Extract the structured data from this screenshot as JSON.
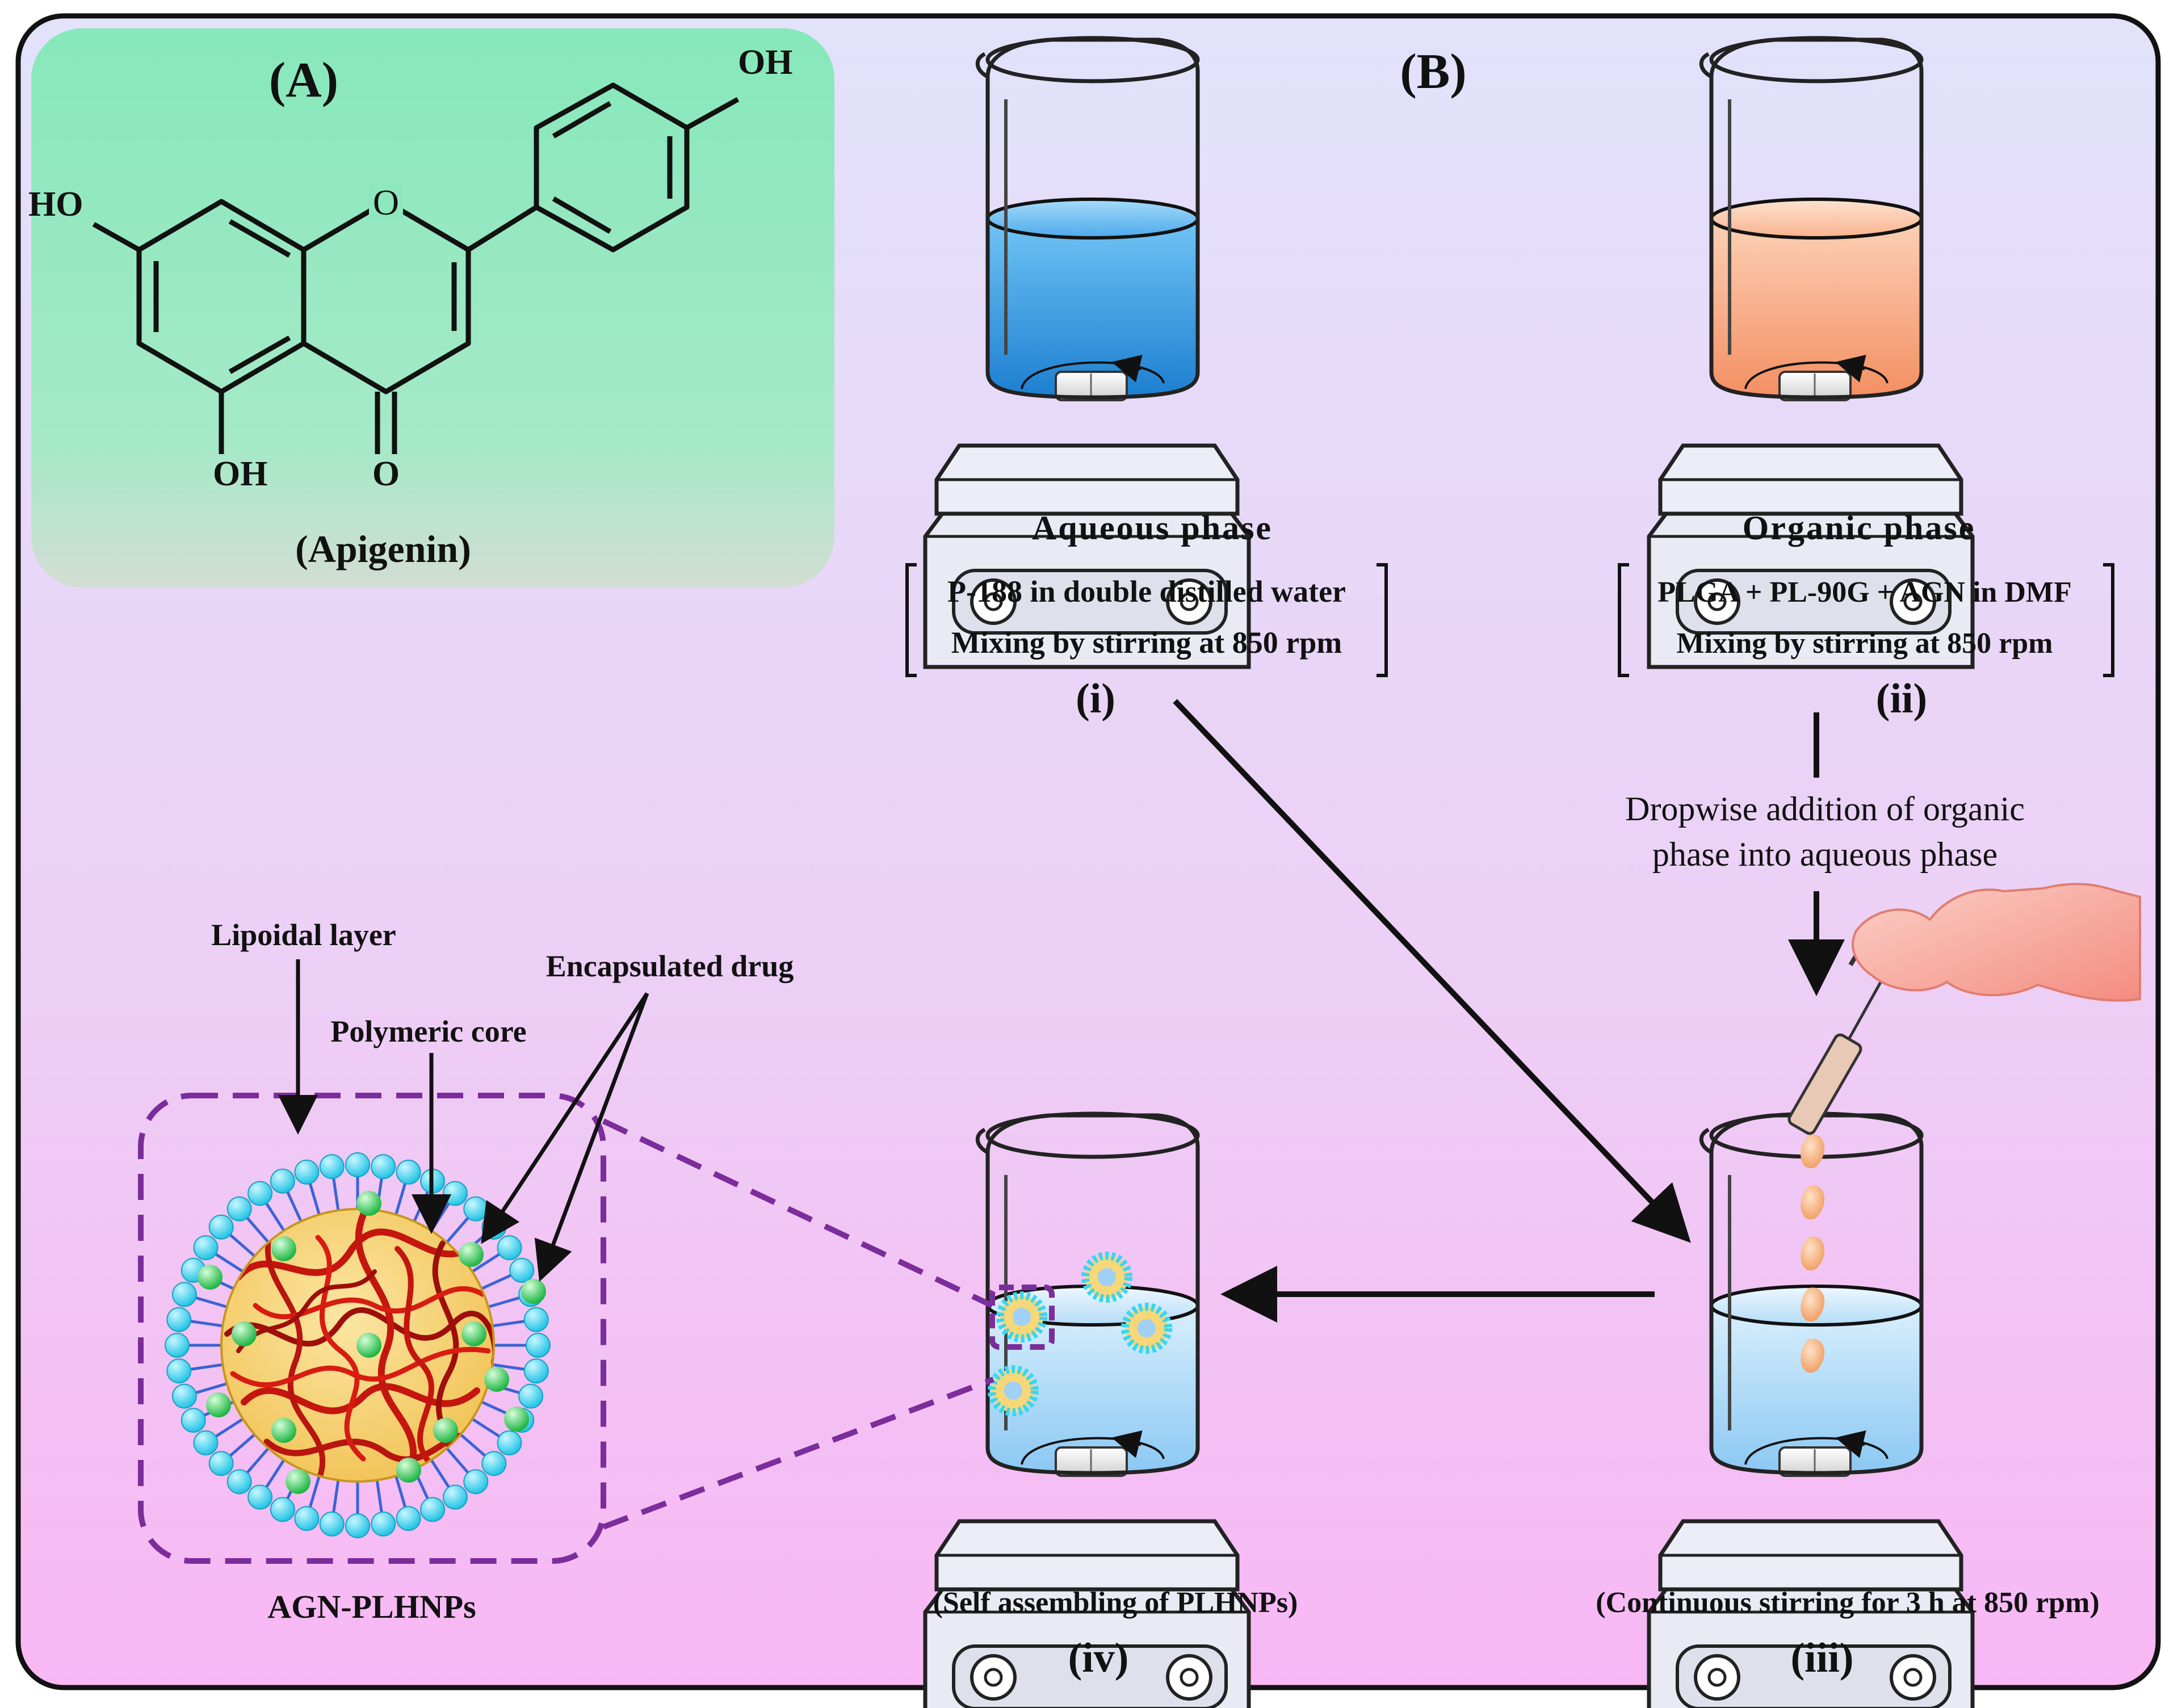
{
  "panel_a": {
    "label": "(A)",
    "compound_name": "(Apigenin)",
    "atoms": {
      "oh_top": "OH",
      "ho_left": "HO",
      "oh_bottom": "OH",
      "o_carbonyl": "O",
      "o_ring": "O"
    }
  },
  "panel_b": {
    "label": "(B)"
  },
  "step_i": {
    "phase_title": "Aqueous phase",
    "line1": "P-188 in double distilled water",
    "line2": "Mixing by stirring at 850 rpm",
    "numeral": "(i)"
  },
  "step_ii": {
    "phase_title": "Organic phase",
    "line1": "PLGA + PL-90G + AGN in DMF",
    "line2": "Mixing by stirring at 850 rpm",
    "numeral": "(ii)"
  },
  "dropwise": {
    "line1": "Dropwise addition of organic",
    "line2": "phase into aqueous phase"
  },
  "step_iii": {
    "caption": "(Continuous stirring for 3 h at 850 rpm)",
    "numeral": "(iii)"
  },
  "step_iv": {
    "caption": "(Self assembling of PLHNPs)",
    "numeral": "(iv)"
  },
  "nanoparticle": {
    "label_lipoidal": "Lipoidal layer",
    "label_core": "Polymeric core",
    "label_drug": "Encapsulated drug",
    "name": "AGN-PLHNPs"
  },
  "colors": {
    "frame_top": "#e0e0fa",
    "frame_bottom": "#f9b8f6",
    "panel_a_bg": "#8ee8bd",
    "aqueous_liquid": "#2f8fd8",
    "organic_liquid": "#f7a47c",
    "mixture_liquid": "#9fd0f5",
    "lipid_head": "#39d6f0",
    "lipid_tail": "#3b63d6",
    "core_fill": "#f6d77a",
    "polymer_chain": "#c4160f",
    "drug": "#2ecf57",
    "dashed_box": "#7b2d9b",
    "glove": "#f6a59a"
  }
}
